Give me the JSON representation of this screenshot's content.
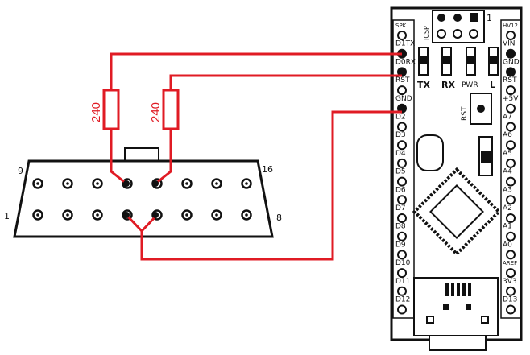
{
  "colors": {
    "wire": "#e01b24",
    "ink": "#111111",
    "board_fill": "#ffffff"
  },
  "resistors": [
    {
      "label": "240"
    },
    {
      "label": "240"
    }
  ],
  "connector": {
    "pin_labels": {
      "top_left": "9",
      "top_right": "16",
      "bottom_left": "1",
      "bottom_right": "8"
    }
  },
  "board": {
    "icsp_label": "ICSP",
    "icsp_pin1": "1",
    "left_pins": [
      "SPK",
      "D1TX",
      "D0RX",
      "RST",
      "GND",
      "D2",
      "D3",
      "D4",
      "D5",
      "D6",
      "D7",
      "D8",
      "D9",
      "D10",
      "D11",
      "D12"
    ],
    "right_pins": [
      "HV12",
      "VIN",
      "GND",
      "RST",
      "+5V",
      "A7",
      "A6",
      "A5",
      "A4",
      "A3",
      "A2",
      "A1",
      "A0",
      "AREF",
      "3V3",
      "D13"
    ],
    "led_labels": [
      "TX",
      "RX",
      "PWR",
      "L"
    ],
    "reset_button_label": "RST"
  }
}
